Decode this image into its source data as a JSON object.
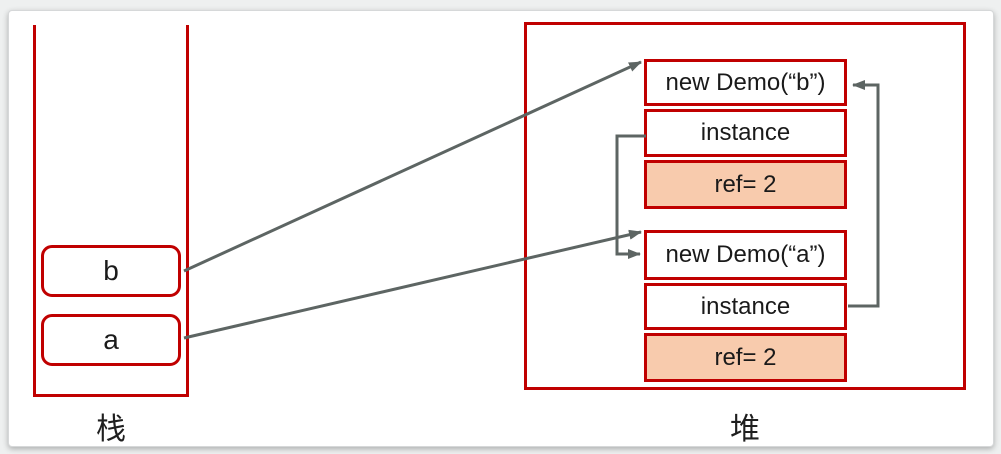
{
  "stack": {
    "label": "栈",
    "items": [
      {
        "label": "b"
      },
      {
        "label": "a"
      }
    ]
  },
  "heap": {
    "label": "堆",
    "objects": [
      {
        "title": "new Demo(“b”)",
        "fields": [
          {
            "label": "instance",
            "highlighted": false
          },
          {
            "label": "ref= 2",
            "highlighted": true
          }
        ]
      },
      {
        "title": "new Demo(“a”)",
        "fields": [
          {
            "label": "instance",
            "highlighted": false
          },
          {
            "label": "ref= 2",
            "highlighted": true
          }
        ]
      }
    ]
  },
  "arrows": [
    {
      "name": "stack-b-to-new-demo-b",
      "from": "stack b",
      "to": "new Demo(“b”)"
    },
    {
      "name": "stack-a-to-new-demo-a",
      "from": "stack a",
      "to": "new Demo(“a”)"
    },
    {
      "name": "instance-b-to-new-demo-a",
      "from": "Demo b instance",
      "to": "new Demo(“a”)"
    },
    {
      "name": "instance-a-to-new-demo-b",
      "from": "Demo a instance",
      "to": "new Demo(“b”)"
    }
  ],
  "colors": {
    "frame_red": "#C00000",
    "highlight_orange": "#F8CBAD",
    "arrow_gray": "#5D6563"
  }
}
